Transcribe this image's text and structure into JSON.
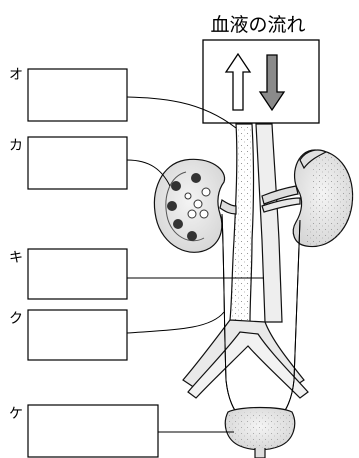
{
  "title": "血液の流れ",
  "labels": [
    {
      "letter": "オ"
    },
    {
      "letter": "カ"
    },
    {
      "letter": "キ"
    },
    {
      "letter": "ク"
    },
    {
      "letter": "ケ"
    }
  ],
  "flow_icons": [
    {
      "name": "arrow-up-icon",
      "fill": "#ffffff"
    },
    {
      "name": "arrow-down-icon",
      "fill": "#8a8a8a"
    }
  ]
}
